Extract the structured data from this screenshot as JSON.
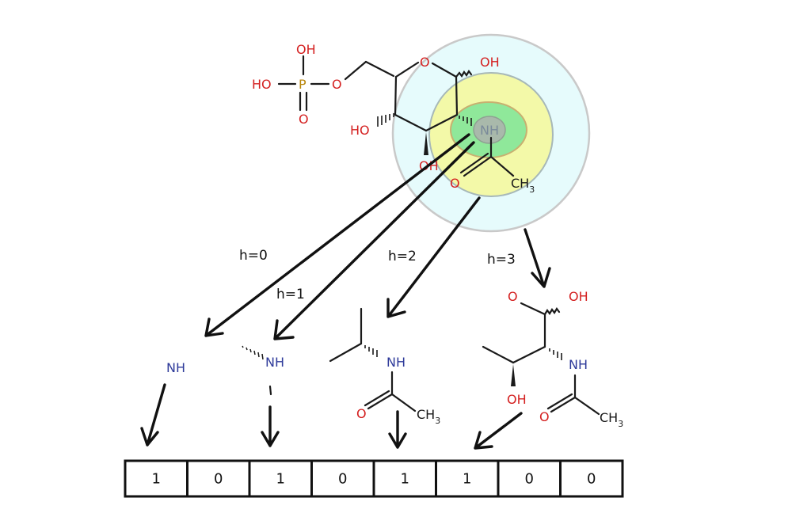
{
  "colors": {
    "oxygen": "#d42020",
    "nitrogen": "#2e3a9a",
    "phosphorus": "#b8860b",
    "carbon": "#1a1a1a",
    "shell_h3": "#e6fbfc",
    "shell_h2": "#f3f9a8",
    "shell_h1": "#8fe89a",
    "shell_h0": "#a9b9ab"
  },
  "molecule": {
    "atoms": {
      "phosphate_oh_top": "OH",
      "phosphate_ho_left": "HO",
      "phosphate_p": "P",
      "phosphate_o_bridge": "O",
      "phosphate_o_double": "O",
      "ring_o": "O",
      "anomeric_oh": "OH",
      "c4_ho": "HO",
      "c3_oh": "OH",
      "amide_nh": "NH",
      "acetyl_o": "O",
      "methyl_ch": "CH",
      "methyl_sub": "3"
    }
  },
  "radius_labels": [
    "h=0",
    "h=1",
    "h=2",
    "h=3"
  ],
  "fragments": {
    "h0": {
      "nh": "NH"
    },
    "h1": {
      "nh": "NH"
    },
    "h2": {
      "nh": "NH",
      "o": "O",
      "ch": "CH",
      "sub": "3"
    },
    "h3": {
      "o_top": "O",
      "oh_top": "OH",
      "nh": "NH",
      "oh_bottom": "OH",
      "o": "O",
      "ch": "CH",
      "sub": "3"
    }
  },
  "fingerprint": {
    "bits": [
      "1",
      "0",
      "1",
      "0",
      "1",
      "1",
      "0",
      "0"
    ]
  }
}
